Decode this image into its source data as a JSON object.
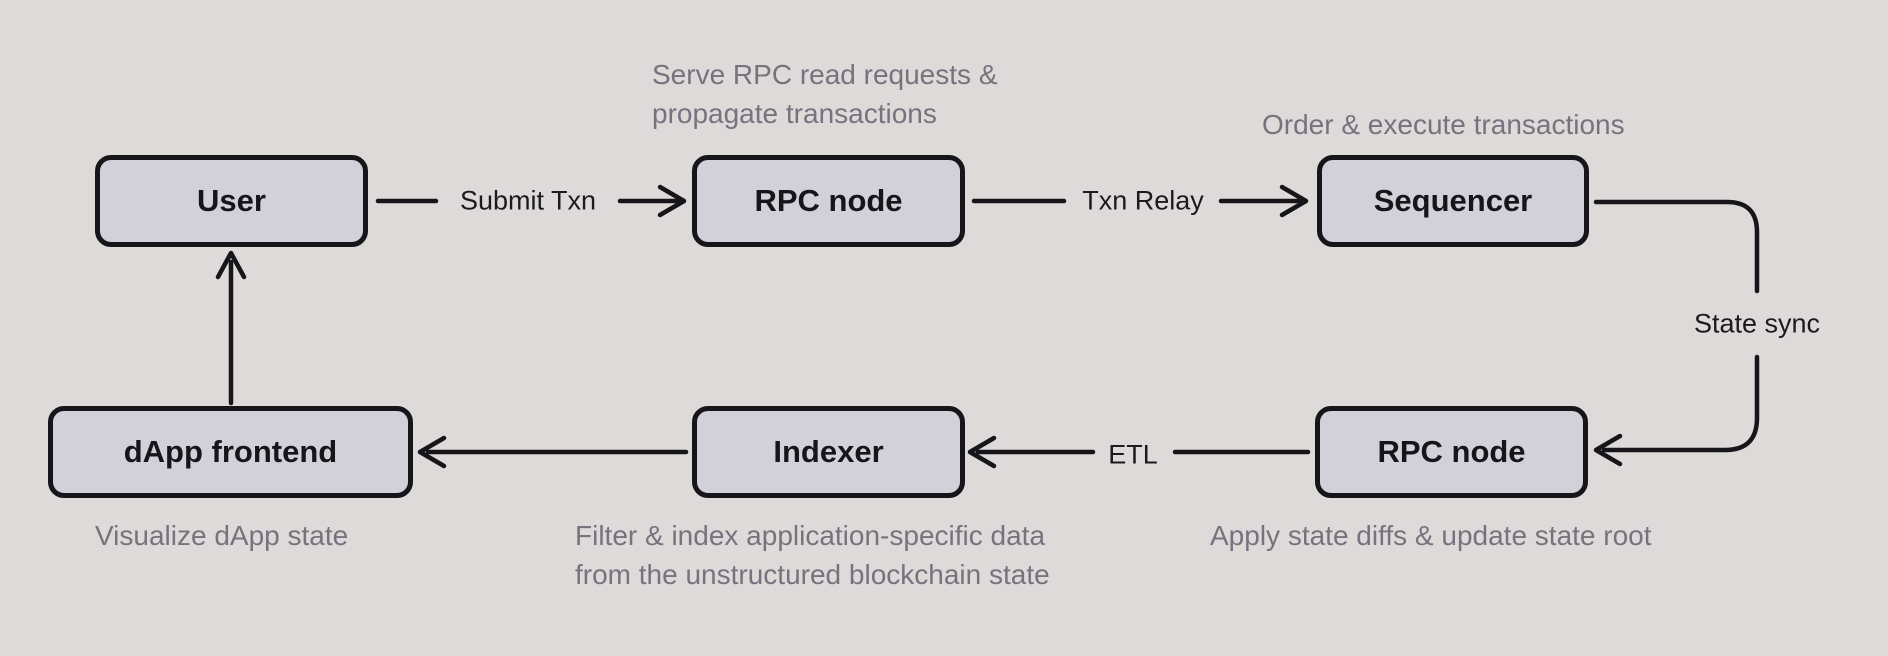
{
  "diagram_type": "flow-diagram",
  "colors": {
    "background": "#dedad9",
    "node_fill": "#d2d1d9",
    "node_border": "#15151a",
    "node_text": "#15151a",
    "edge_line": "#15151a",
    "edge_label_text": "#1a1a1f",
    "annotation_text": "#75737e"
  },
  "nodes": {
    "user": {
      "label": "User"
    },
    "rpc_top": {
      "label": "RPC node"
    },
    "sequencer": {
      "label": "Sequencer"
    },
    "dapp_frontend": {
      "label": "dApp frontend"
    },
    "indexer": {
      "label": "Indexer"
    },
    "rpc_bottom": {
      "label": "RPC node"
    }
  },
  "edges": {
    "submit_txn": {
      "from": "User",
      "to": "RPC node (top)",
      "label": "Submit Txn"
    },
    "txn_relay": {
      "from": "RPC node (top)",
      "to": "Sequencer",
      "label": "Txn Relay"
    },
    "state_sync": {
      "from": "Sequencer",
      "to": "RPC node (bottom)",
      "label": "State sync"
    },
    "etl": {
      "from": "RPC node (bottom)",
      "to": "Indexer",
      "label": "ETL"
    },
    "indexer_to_dapp": {
      "from": "Indexer",
      "to": "dApp frontend",
      "label": ""
    },
    "dapp_to_user": {
      "from": "dApp frontend",
      "to": "User",
      "label": ""
    }
  },
  "annotations": {
    "rpc_top": [
      "Serve RPC read requests &",
      "propagate transactions"
    ],
    "sequencer": "Order & execute transactions",
    "dapp_frontend": "Visualize dApp state",
    "indexer": [
      "Filter & index application-specific data",
      "from the unstructured blockchain state"
    ],
    "rpc_bottom": "Apply state diffs & update state root"
  }
}
